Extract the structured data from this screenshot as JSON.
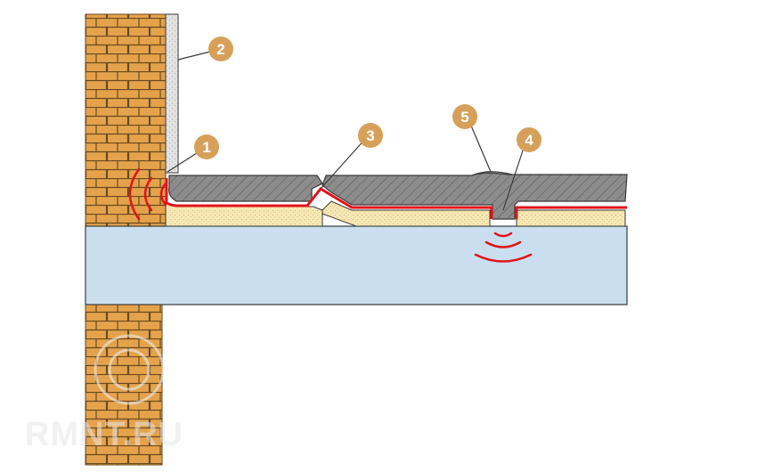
{
  "diagram": {
    "colors": {
      "brick": "#e4a24c",
      "mortar": "#6b4a1e",
      "plaster": "#d6d6d6",
      "screed": "#8c8c8c",
      "insulation": "#f6e7b4",
      "slab": "#c9dff0",
      "outline": "#3a3a3a",
      "membrane": "#e0141b",
      "badge": "#d7a05a",
      "sound_waves": "#e0141b"
    },
    "callouts": [
      {
        "id": "1",
        "label": "1"
      },
      {
        "id": "2",
        "label": "2"
      },
      {
        "id": "3",
        "label": "3"
      },
      {
        "id": "4",
        "label": "4"
      },
      {
        "id": "5",
        "label": "5"
      }
    ],
    "watermark": {
      "text": "RMNT.RU"
    }
  }
}
